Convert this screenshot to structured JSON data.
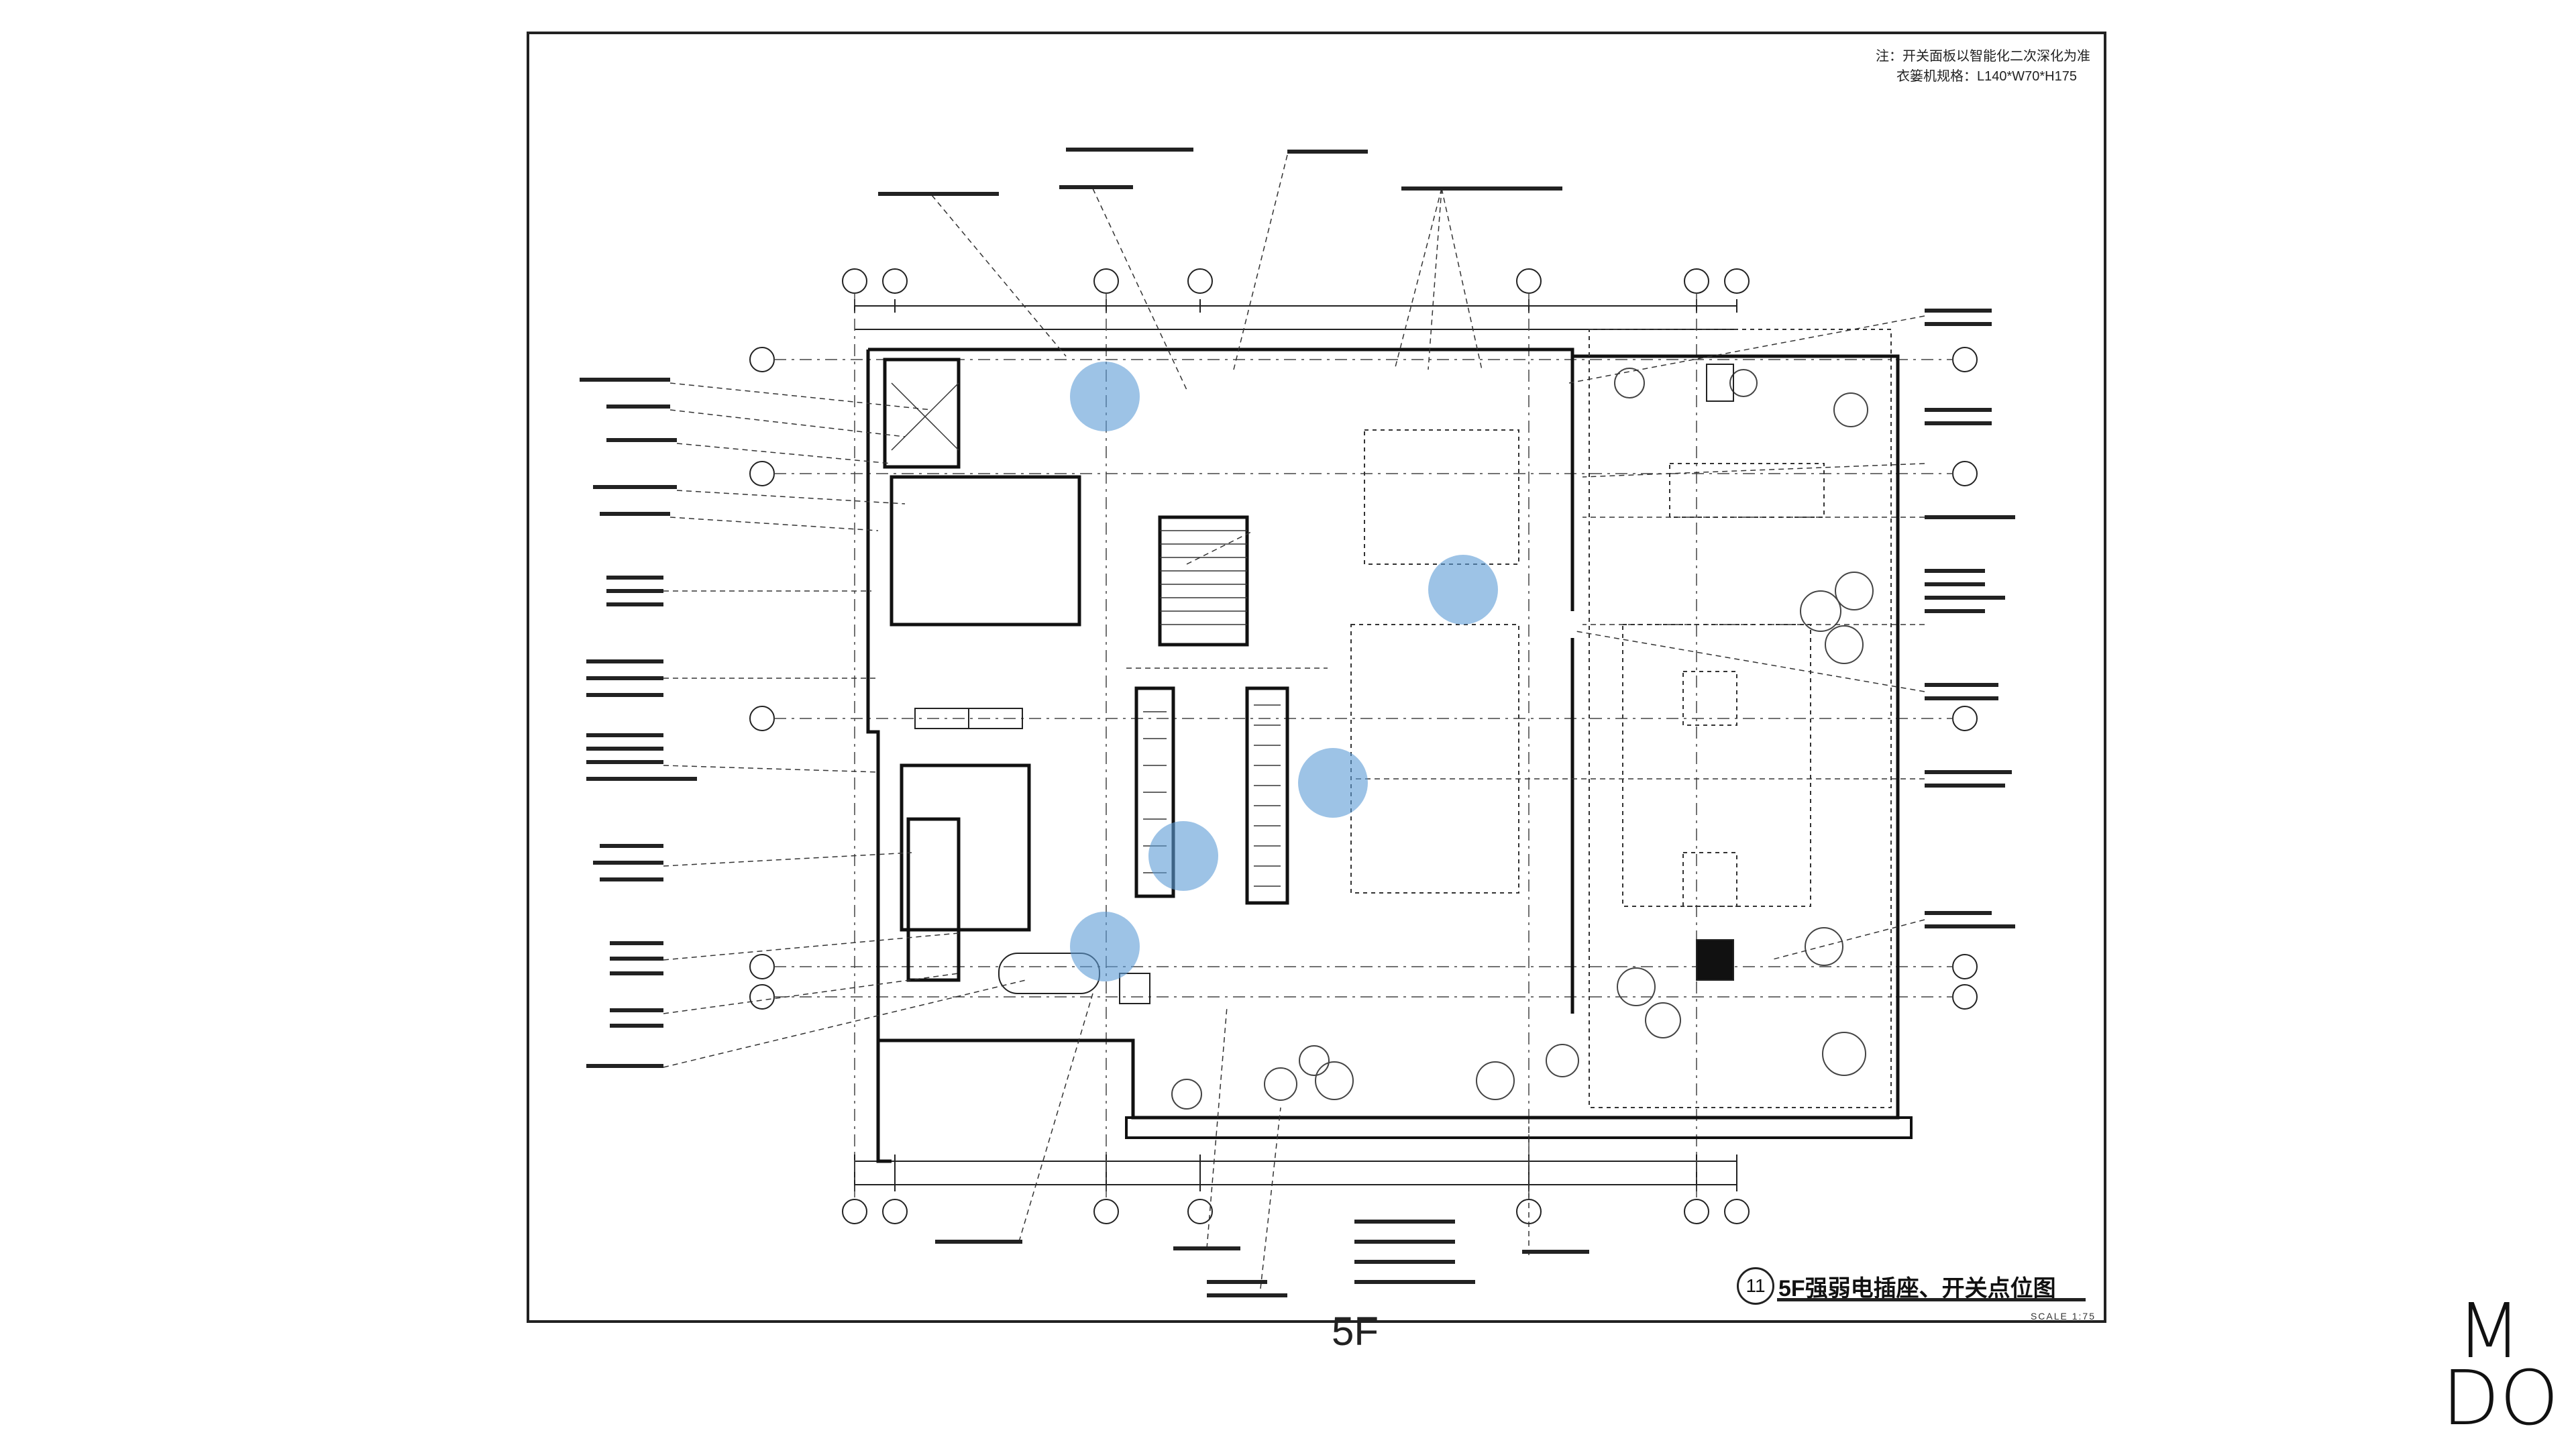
{
  "notes": {
    "line1": "注：开关面板以智能化二次深化为准",
    "line2": "衣篓机规格：L140*W70*H175"
  },
  "title_block": {
    "number": "11",
    "title": "5F强弱电插座、开关点位图",
    "scale": "SCALE  1:75"
  },
  "floor_label": "5F",
  "logo": {
    "line1": "M",
    "line2": "DO"
  },
  "colors": {
    "highlight": "#5b9bd5",
    "line": "#222222"
  }
}
